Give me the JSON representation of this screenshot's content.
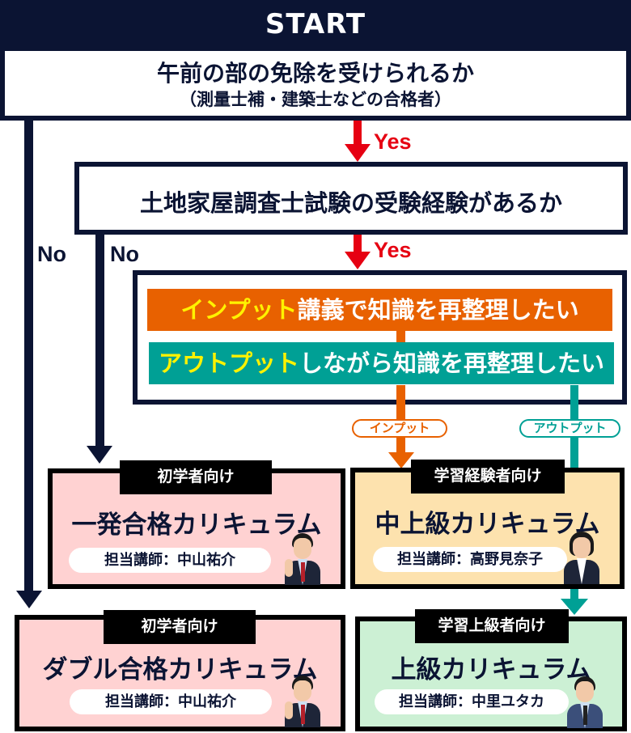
{
  "start": {
    "title": "START",
    "question": "午前の部の免除を受けられるか",
    "question_note": "（測量士補・建築士などの合格者）"
  },
  "question2": {
    "text": "土地家屋調査士試験の受験経験があるか"
  },
  "branches": {
    "yes1": "Yes",
    "yes2": "Yes",
    "no1": "No",
    "no2": "No"
  },
  "question3": {
    "option_input": {
      "highlight": "インプット",
      "rest": "講義で知識を再整理したい"
    },
    "option_output": {
      "highlight": "アウトプット",
      "rest": "しながら知識を再整理したい"
    }
  },
  "path_labels": {
    "input": "インプット",
    "output": "アウトプット"
  },
  "curricula": [
    {
      "tag": "初学者向け",
      "title": "一発合格カリキュラム",
      "teacher": "担当講師：中山祐介",
      "color": "#ffd2d2"
    },
    {
      "tag": "学習経験者向け",
      "title": "中上級カリキュラム",
      "teacher": "担当講師：高野見奈子",
      "color": "#fde2ae"
    },
    {
      "tag": "初学者向け",
      "title": "ダブル合格カリキュラム",
      "teacher": "担当講師：中山祐介",
      "color": "#ffd2d2"
    },
    {
      "tag": "学習上級者向け",
      "title": "上級カリキュラム",
      "teacher": "担当講師：中里ユタカ",
      "color": "#ccf0d4"
    }
  ],
  "colors": {
    "navy": "#0b1433",
    "yes_red": "#e60012",
    "input_orange": "#e86100",
    "output_teal": "#00a095",
    "highlight_yellow": "#fff200"
  }
}
